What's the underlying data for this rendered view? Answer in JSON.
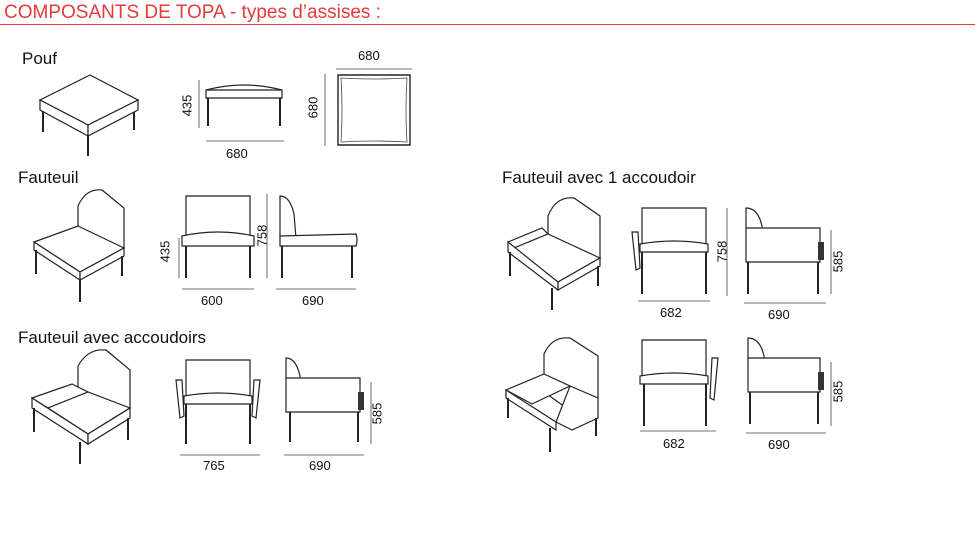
{
  "header": {
    "title": "COMPOSANTS DE TOPA - types d’assises :"
  },
  "colors": {
    "accent": "#e63b3b",
    "line": "#222222"
  },
  "sections": {
    "pouf": {
      "label": "Pouf",
      "dims": {
        "width": "680",
        "height": "435",
        "top_width": "680",
        "top_depth": "680"
      }
    },
    "fauteuil": {
      "label": "Fauteuil",
      "dims": {
        "seat_height": "435",
        "width": "600",
        "height": "758",
        "depth": "690"
      }
    },
    "fauteuil_accoudoirs": {
      "label": "Fauteuil avec accoudoirs",
      "dims": {
        "width": "765",
        "height": "585",
        "depth": "690"
      }
    },
    "fauteuil_1_accoudoir": {
      "label": "Fauteuil avec 1 accoudoir",
      "dims": {
        "height": "758",
        "width_a": "682",
        "depth_a": "690",
        "arm_height_a": "585",
        "width_b": "682",
        "depth_b": "690",
        "arm_height_b": "585"
      }
    }
  }
}
